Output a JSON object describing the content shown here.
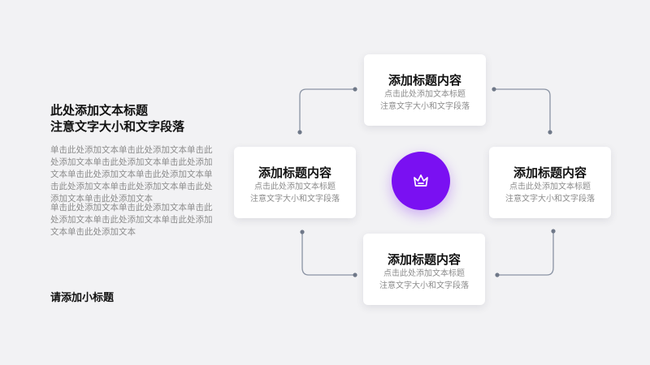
{
  "left": {
    "title_line1": "此处添加文本标题",
    "title_line2": "注意文字大小和文字段落",
    "paragraph1": "单击此处添加文本单击此处添加文本单击此处添加文本单击此处添加文本单击此处添加文本单击此处添加文本单击此处添加文本单击此处添加文本单击此处添加文本单击此处添加文本单击此处添加文本",
    "paragraph2": "单击此处添加文本单击此处添加文本单击此处添加文本单击此处添加文本单击此处添加文本单击此处添加文本",
    "subtitle": "请添加小标题"
  },
  "cards": {
    "top": {
      "title": "添加标题内容",
      "line1": "点击此处添加文本标题",
      "line2": "注意文字大小和文字段落"
    },
    "left": {
      "title": "添加标题内容",
      "line1": "点击此处添加文本标题",
      "line2": "注意文字大小和文字段落"
    },
    "right": {
      "title": "添加标题内容",
      "line1": "点击此处添加文本标题",
      "line2": "注意文字大小和文字段落"
    },
    "bottom": {
      "title": "添加标题内容",
      "line1": "点击此处添加文本标题",
      "line2": "注意文字大小和文字段落"
    }
  },
  "center": {
    "icon": "crown-icon"
  },
  "colors": {
    "accent": "#7a10f2",
    "background": "#f2f2f4",
    "connector": "#8a93a3"
  }
}
